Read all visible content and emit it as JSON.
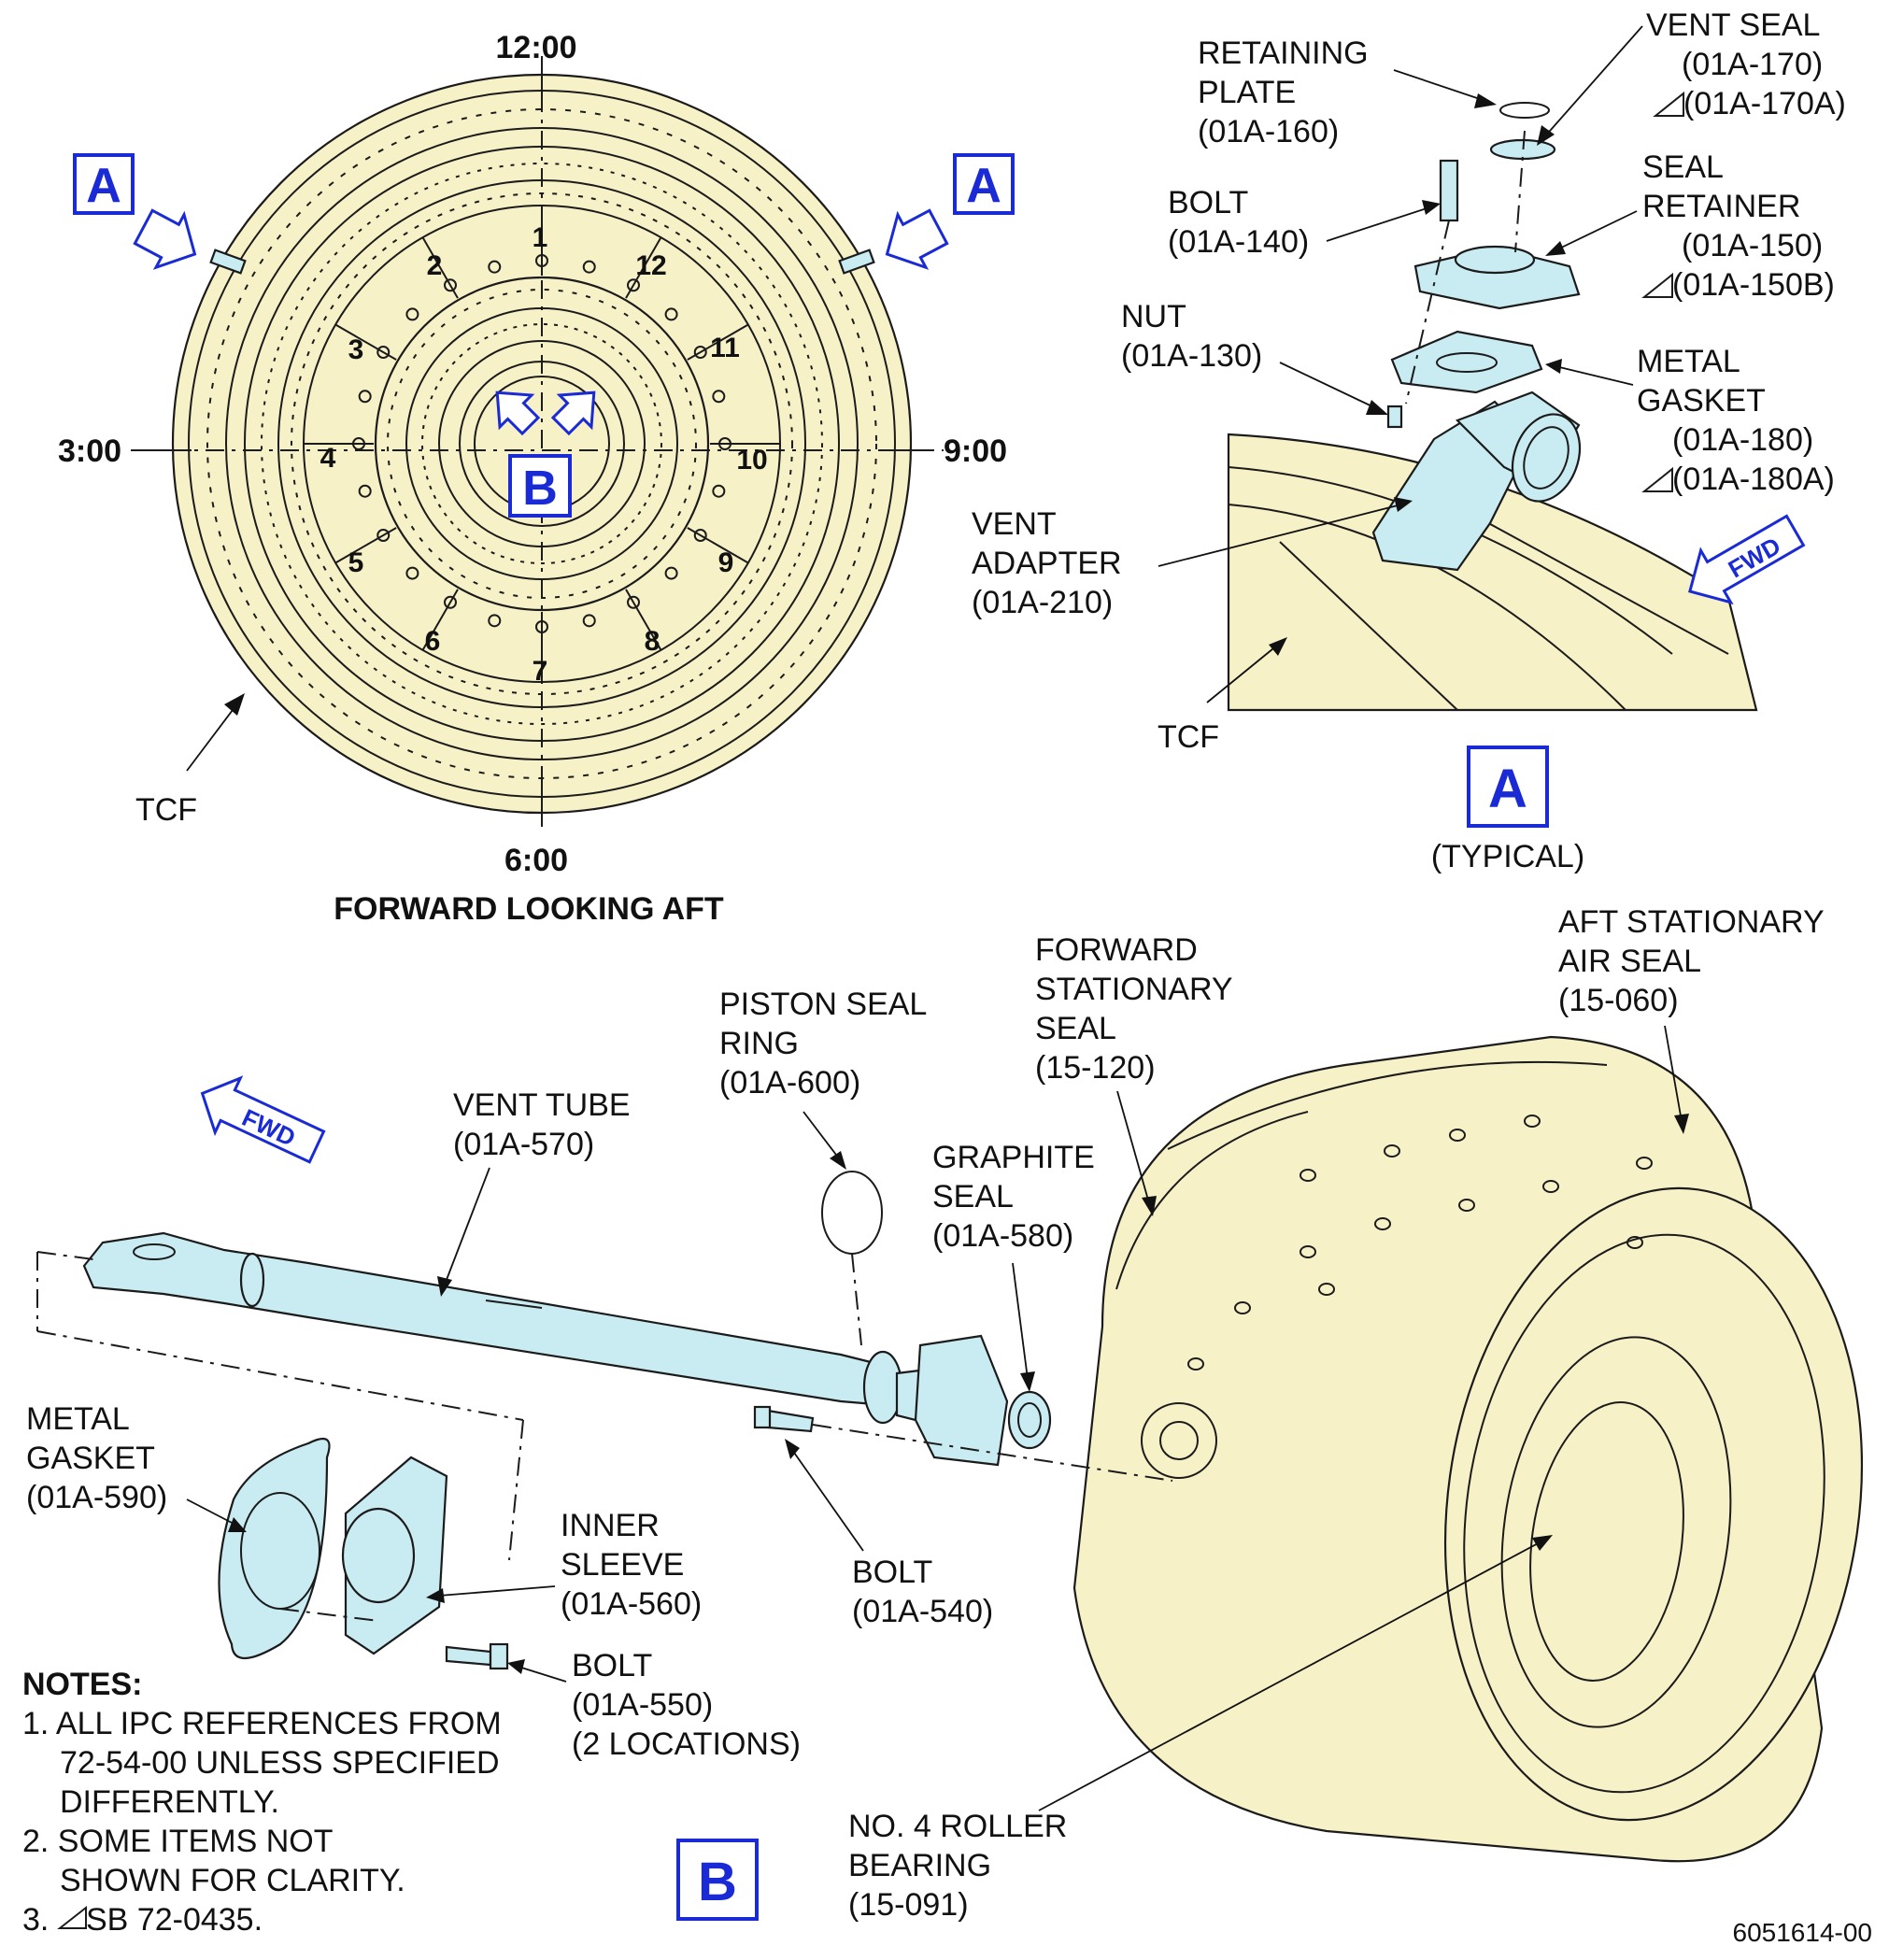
{
  "clock_positions": {
    "top": "12:00",
    "left": "3:00",
    "right": "9:00",
    "bottom": "6:00"
  },
  "view_caption": "FORWARD LOOKING AFT",
  "vane_numbers": [
    "1",
    "2",
    "3",
    "4",
    "5",
    "6",
    "7",
    "8",
    "9",
    "10",
    "11",
    "12"
  ],
  "view_refs": {
    "a": "A",
    "b": "B"
  },
  "detail_a": {
    "typical": "(TYPICAL)",
    "fwd": "FWD",
    "callouts": {
      "retaining_plate": [
        "RETAINING",
        "PLATE",
        "(01A-160)"
      ],
      "vent_seal": [
        "VENT SEAL",
        "(01A-170)",
        "(01A-170A)"
      ],
      "bolt": [
        "BOLT",
        "(01A-140)"
      ],
      "seal_retainer": [
        "SEAL",
        "RETAINER",
        "(01A-150)",
        "(01A-150B)"
      ],
      "nut": [
        "NUT",
        "(01A-130)"
      ],
      "metal_gasket": [
        "METAL",
        "GASKET",
        "(01A-180)",
        "(01A-180A)"
      ],
      "vent_adapter": [
        "VENT",
        "ADAPTER",
        "(01A-210)"
      ],
      "tcf": "TCF"
    }
  },
  "main_tcf": "TCF",
  "detail_b": {
    "fwd": "FWD",
    "callouts": {
      "vent_tube": [
        "VENT TUBE",
        "(01A-570)"
      ],
      "piston_seal_ring": [
        "PISTON SEAL",
        "RING",
        "(01A-600)"
      ],
      "graphite_seal": [
        "GRAPHITE",
        "SEAL",
        "(01A-580)"
      ],
      "fwd_stationary_seal": [
        "FORWARD",
        "STATIONARY",
        "SEAL",
        "(15-120)"
      ],
      "aft_stationary_air_seal": [
        "AFT STATIONARY",
        "AIR SEAL",
        "(15-060)"
      ],
      "metal_gasket": [
        "METAL",
        "GASKET",
        "(01A-590)"
      ],
      "inner_sleeve": [
        "INNER",
        "SLEEVE",
        "(01A-560)"
      ],
      "bolt_540": [
        "BOLT",
        "(01A-540)"
      ],
      "bolt_550": [
        "BOLT",
        "(01A-550)",
        "(2 LOCATIONS)"
      ],
      "roller_bearing": [
        "NO. 4 ROLLER",
        "BEARING",
        "(15-091)"
      ]
    }
  },
  "notes": {
    "heading": "NOTES:",
    "items": [
      [
        "1. ALL IPC REFERENCES FROM",
        "72-54-00 UNLESS SPECIFIED",
        "DIFFERENTLY."
      ],
      [
        "2. SOME ITEMS NOT",
        "SHOWN FOR CLARITY."
      ],
      [
        "3. ",
        "SB 72-0435."
      ]
    ]
  },
  "figure_number": "6051614-00",
  "colors": {
    "body": "#f7f1c8",
    "tube": "#c9ecf2",
    "ref_blue": "#1a2bd6"
  }
}
